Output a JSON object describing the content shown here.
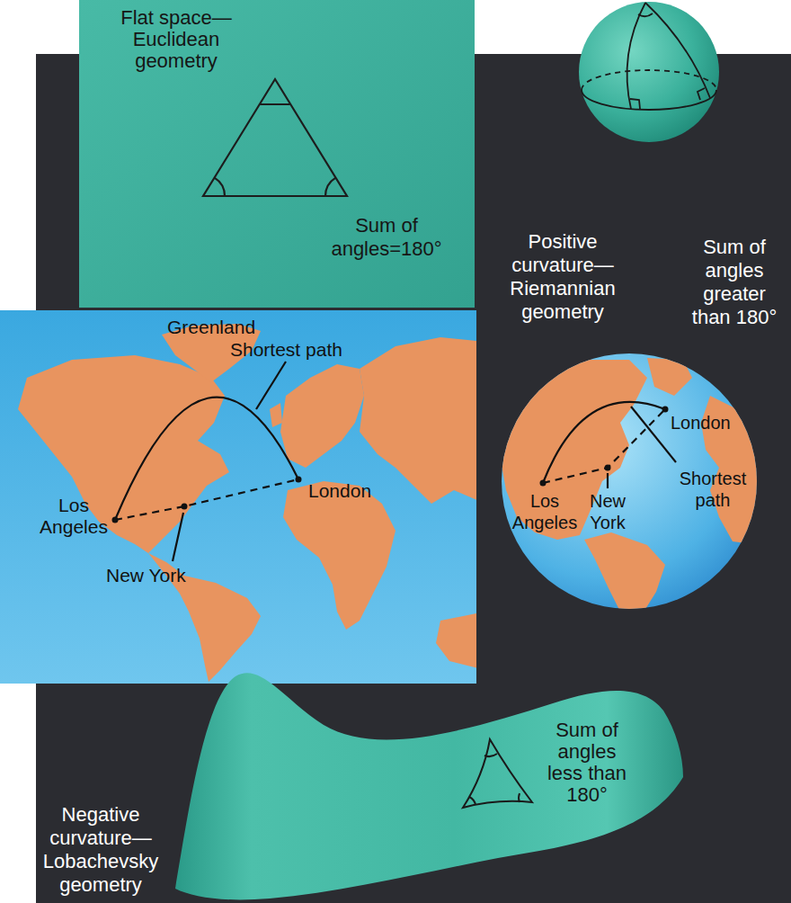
{
  "diagram": {
    "nodes": [
      {
        "text": [
          "Flat space— Euclidean geometry",
          "Sum of angles=180°"
        ]
      },
      {
        "text": [
          "Greenland",
          "Shortest path",
          "Los Angeles",
          "London",
          "New York"
        ]
      },
      {
        "text": [
          "London",
          "Los Angeles",
          "New York",
          "Shortest path"
        ]
      },
      {
        "text": [
          "Sum of angles less than 180°"
        ]
      }
    ],
    "labels": [
      "Positive curvature— Riemannian geometry",
      "Sum of angles greater than 180°",
      "Negative curvature— Lobachevsky geometry"
    ]
  }
}
